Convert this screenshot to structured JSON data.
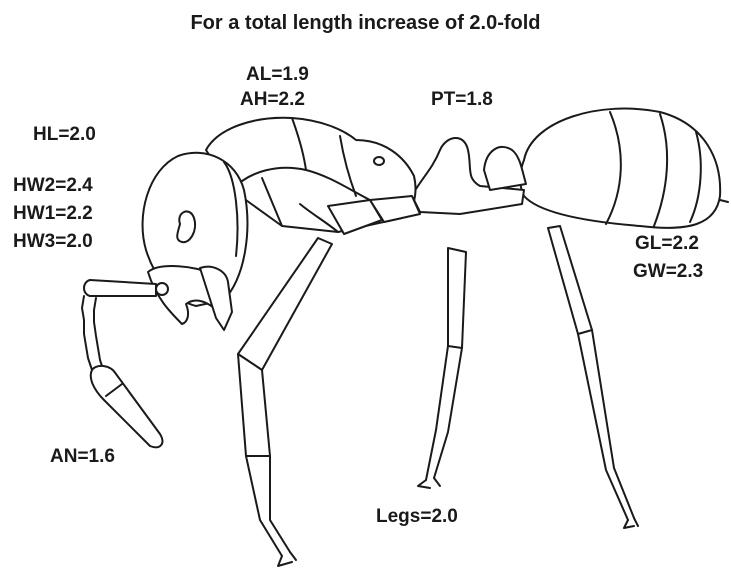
{
  "title": "For a total length increase of 2.0-fold",
  "labels": {
    "al": "AL=1.9",
    "ah": "AH=2.2",
    "pt": "PT=1.8",
    "hl": "HL=2.0",
    "hw2": "HW2=2.4",
    "hw1": "HW1=2.2",
    "hw3": "HW3=2.0",
    "gl": "GL=2.2",
    "gw": "GW=2.3",
    "an": "AN=1.6",
    "legs": "Legs=2.0"
  }
}
